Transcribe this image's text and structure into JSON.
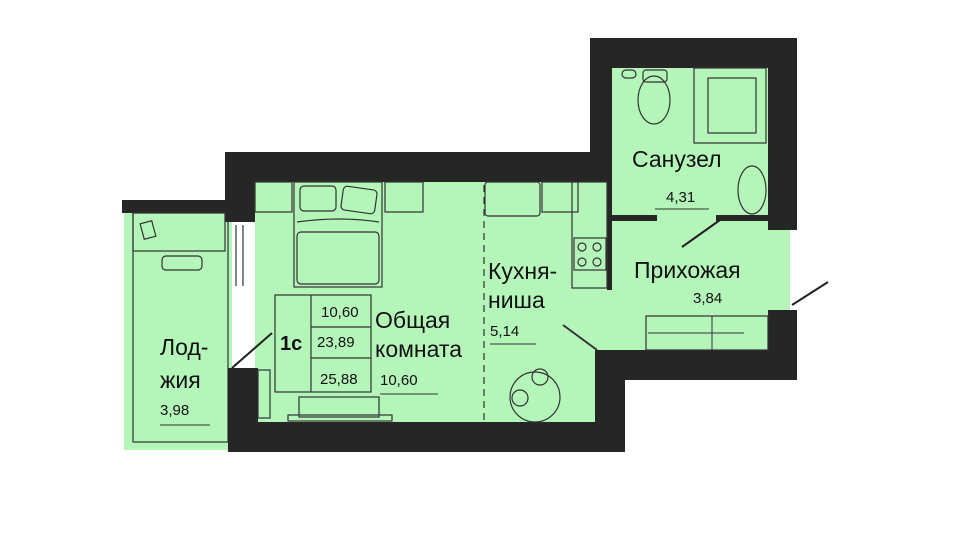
{
  "plan": {
    "apartment_type": "1с",
    "summary_areas": [
      "10,60",
      "23,89",
      "25,88"
    ],
    "colors": {
      "floor": "#b4f5b9",
      "wall": "#262626"
    },
    "rooms": [
      {
        "name_line1": "Лод-",
        "name_line2": "жия",
        "area": "3,98"
      },
      {
        "name_line1": "Общая",
        "name_line2": "комната",
        "area": "10,60"
      },
      {
        "name_line1": "Кухня-",
        "name_line2": "ниша",
        "area": "5,14"
      },
      {
        "name_line1": "Санузел",
        "area": "4,31"
      },
      {
        "name_line1": "Прихожая",
        "area": "3,84"
      }
    ]
  }
}
